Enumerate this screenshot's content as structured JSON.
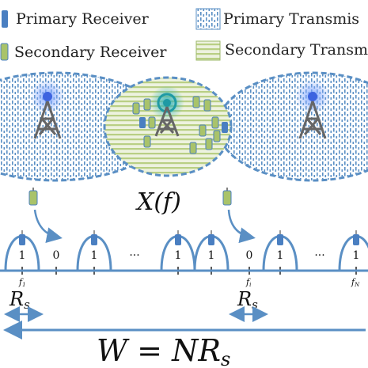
{
  "legend": {
    "primary_receiver": "Primary Receiver",
    "secondary_receiver": "Secondary Receiver",
    "primary_transmitter": "Primary Transmis",
    "secondary_transmitter": "Secondary Transm"
  },
  "spectrum_label": "X(f)",
  "subcarrier_values": [
    "1",
    "0",
    "1",
    "···",
    "1",
    "1",
    "0",
    "1",
    "···",
    "1"
  ],
  "freq_ticks": {
    "f1_base": "f",
    "f1_sub": "1",
    "fi_base": "f",
    "fi_sub": "i",
    "fN_base": "f",
    "fN_sub": "N"
  },
  "rs_label": {
    "base": "R",
    "sub": "s"
  },
  "bandwidth_label": {
    "lhs": "W",
    "eq": " = ",
    "rhs": "NR",
    "sub": "s"
  },
  "colors": {
    "primary_blue": "#4a7fc1",
    "outline_blue": "#5a8fc4",
    "secondary_green": "#a9c36a",
    "stripe_green": "#b9cf84",
    "tower_gray": "#666666"
  }
}
